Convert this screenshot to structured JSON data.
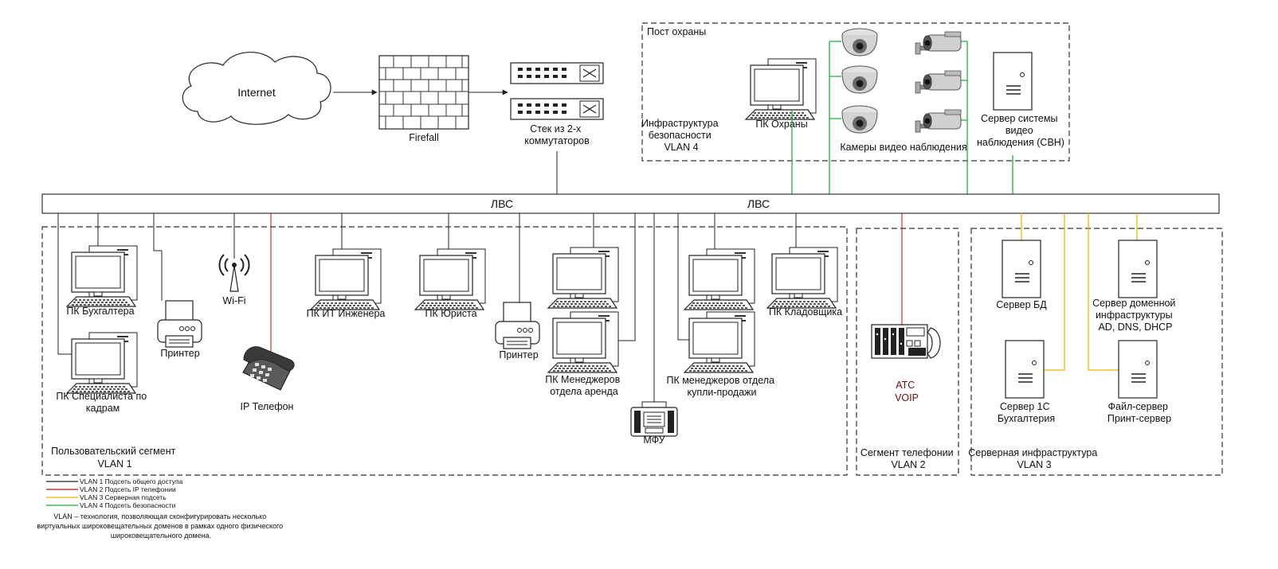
{
  "lan_labels": [
    "ЛВС",
    "ЛВС"
  ],
  "internet": "Internet",
  "firewall": "Firefall",
  "switch_stack": [
    "Стек из 2-х",
    "коммутаторов"
  ],
  "security": {
    "segment_title": "Пост охраны",
    "infra": [
      "Инфраструктура",
      "безопасности",
      "VLAN 4"
    ],
    "pc": "ПК Охраны",
    "cameras": "Камеры видео наблюдения",
    "server": [
      "Сервер системы",
      "видео",
      "наблюдения (СВН)"
    ]
  },
  "user_segment": {
    "title": [
      "Пользовательский сегмент",
      "VLAN 1"
    ],
    "pc_accountant": "ПК Бухгалтера",
    "pc_hr": [
      "ПК Специалиста по",
      "кадрам"
    ],
    "printer_1": "Принтер",
    "wifi": "Wi-Fi",
    "ip_phone": "IP Телефон",
    "pc_it": "ПК ИТ Инженера",
    "pc_lawyer": "ПК Юриста",
    "printer_2": "Принтер",
    "pc_rent": [
      "ПК Менеджеров",
      "отдела аренда"
    ],
    "mfu": "МФУ",
    "pc_sales": [
      "ПК менеджеров отдела",
      "купли-продажи"
    ],
    "pc_storekeeper": "ПК Кладовщика"
  },
  "telephony": {
    "title": [
      "Сегмент телефонии",
      "VLAN 2"
    ],
    "pbx": [
      "АТС",
      "VOIP"
    ]
  },
  "servers": {
    "title": [
      "Серверная инфраструктура",
      "VLAN 3"
    ],
    "db": "Сервер БД",
    "domain": [
      "Сервер доменной",
      "инфраструктуры",
      "AD, DNS, DHCP"
    ],
    "onec": [
      "Сервер 1С",
      "Бухгалтерия"
    ],
    "file": [
      "Файл-сервер",
      "Принт-сервер"
    ]
  },
  "legend": {
    "items": [
      {
        "label": "VLAN 1 Подсеть общего доступа",
        "color": "#222222"
      },
      {
        "label": "VLAN 2 Подсеть IP телефонии",
        "color": "#b01010"
      },
      {
        "label": "VLAN 3 Серверная подсеть",
        "color": "#f0b400"
      },
      {
        "label": "VLAN 4 Подсеть безопасности",
        "color": "#22aa44"
      }
    ],
    "note": [
      "VLAN – технология, позволяющая сконфигурировать несколько",
      "виртуальных широковещательных доменов в рамках одного физического",
      "широковещательного домена."
    ]
  }
}
